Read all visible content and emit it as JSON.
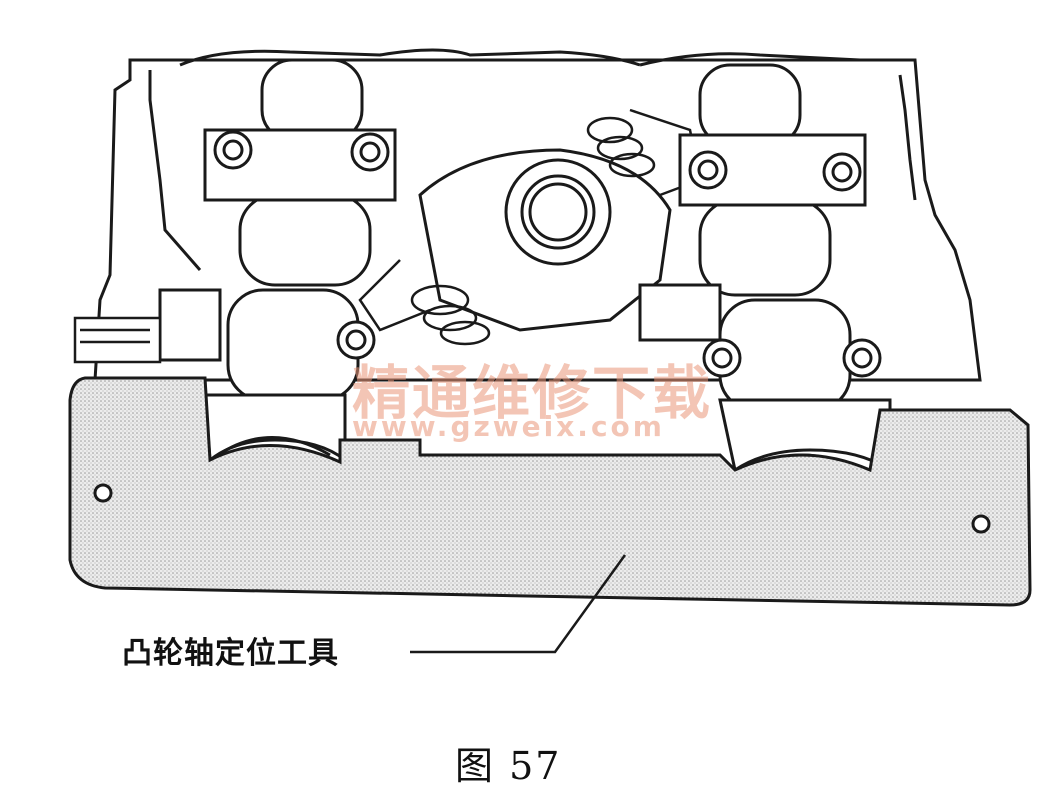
{
  "figure": {
    "callout_label": "凸轮轴定位工具",
    "caption": "图 57"
  },
  "watermark": {
    "text_cn": "精通维修下载",
    "url": "www.gzweix.com",
    "color": "#e99678"
  },
  "palette": {
    "line": "#1a1a1a",
    "tool_fill": "#d9d9d9",
    "paper": "#ffffff"
  }
}
